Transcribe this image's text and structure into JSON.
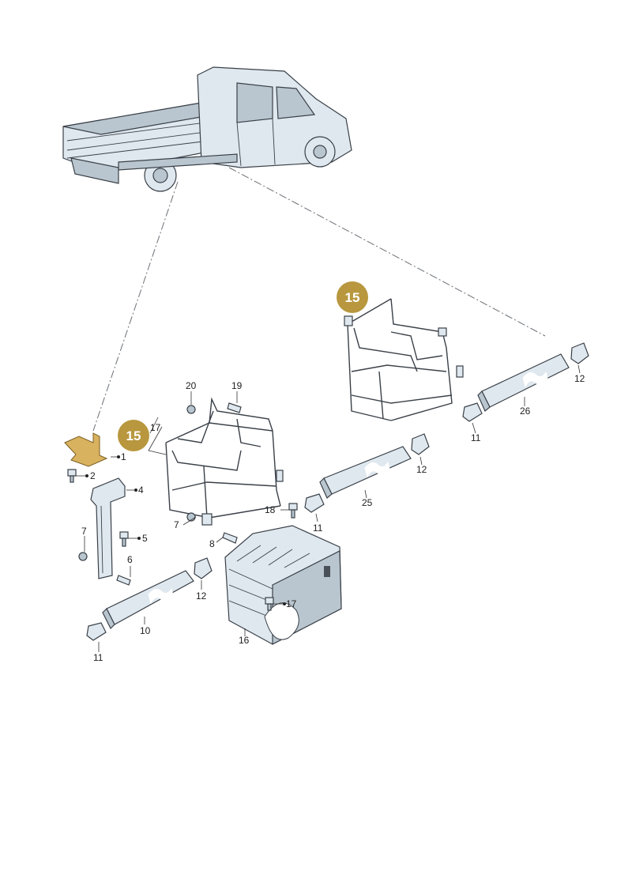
{
  "diagram": {
    "badges": [
      {
        "id": "badge-15-right",
        "text": "15",
        "color": "#b8973e"
      },
      {
        "id": "badge-15-left",
        "text": "15",
        "color": "#b8973e"
      }
    ],
    "callouts": {
      "c1": "1",
      "c2": "2",
      "c4": "4",
      "c5": "5",
      "c6": "6",
      "c7a": "7",
      "c7b": "7",
      "c8": "8",
      "c10": "10",
      "c11a": "11",
      "c11b": "11",
      "c11c": "11",
      "c12a": "12",
      "c12b": "12",
      "c12c": "12",
      "c16": "16",
      "c17a": "17",
      "c17b": "17",
      "c18": "18",
      "c19": "19",
      "c20": "20",
      "c25": "25",
      "c26": "26"
    },
    "colors": {
      "highlight_part": "#d9b25f",
      "part_fill": "#dfe8ee",
      "outline": "#3a4048"
    }
  }
}
